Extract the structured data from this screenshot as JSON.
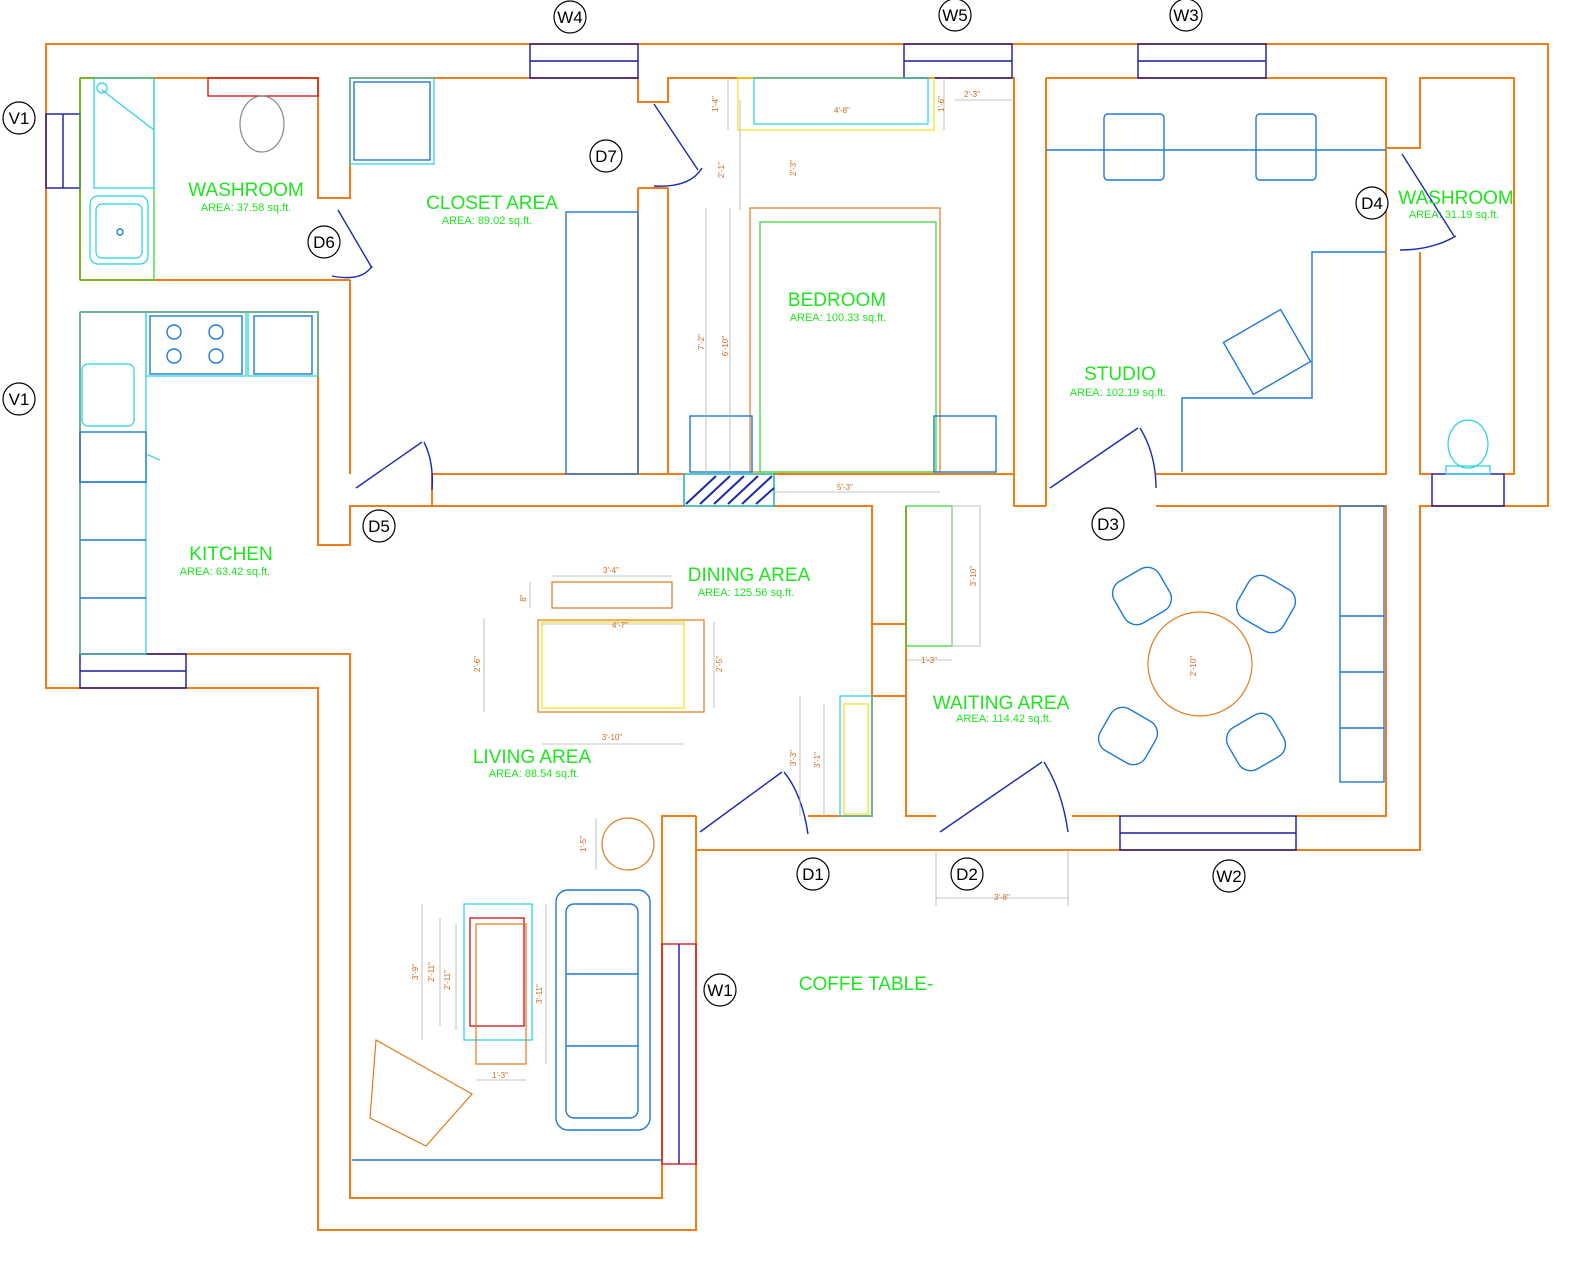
{
  "rooms": {
    "washroom1": {
      "name": "WASHROOM",
      "area": "AREA: 37.58 sq.ft."
    },
    "closet": {
      "name": "CLOSET AREA",
      "area": "AREA: 89.02 sq.ft."
    },
    "bedroom": {
      "name": "BEDROOM",
      "area": "AREA: 100.33 sq.ft."
    },
    "washroom2": {
      "name": "WASHROOM",
      "area": "AREA: 31.19 sq.ft."
    },
    "studio": {
      "name": "STUDIO",
      "area": "AREA: 102.19 sq.ft."
    },
    "kitchen": {
      "name": "KITCHEN",
      "area": "AREA: 63.42 sq.ft."
    },
    "dining": {
      "name": "DINING AREA",
      "area": "AREA: 125.56 sq.ft."
    },
    "waiting": {
      "name": "WAITING AREA",
      "area": "AREA: 114.42 sq.ft."
    },
    "living": {
      "name": "LIVING AREA",
      "area": "AREA: 88.54 sq.ft."
    }
  },
  "note": "COFFE TABLE-",
  "tags": {
    "w4": "W4",
    "w5": "W5",
    "w3": "W3",
    "w2": "W2",
    "w1": "W1",
    "v1a": "V1",
    "v1b": "V1",
    "d1": "D1",
    "d2": "D2",
    "d3": "D3",
    "d4": "D4",
    "d5": "D5",
    "d6": "D6",
    "d7": "D7"
  },
  "dims": {
    "bed_top_w": "4'-8\"",
    "bed_top_h": "1'-4\"",
    "bed_right_h": "1'-6\"",
    "bed_corner": "2'-3\"",
    "bed_v1": "2'-1\"",
    "bed_v2": "2'-3\"",
    "bed_v3": "7'-2\"",
    "bed_v4": "6'-10\"",
    "bed_bottom": "5'-3\"",
    "bench_w": "3'-4\"",
    "bench_h": "8\"",
    "table_w": "4'-7\"",
    "table_h_left": "2'-6\"",
    "table_h_right": "2'-5\"",
    "table_bottom": "3'-10\"",
    "cab_h": "3'-10\"",
    "cab_w": "1'-3\"",
    "round_table": "2'-10\"",
    "shelf_h1": "3'-3\"",
    "shelf_h2": "3'-1\"",
    "stool": "1'-5\"",
    "door_d2": "3'-8\"",
    "coffee_h1": "3'-9\"",
    "coffee_h2": "2'-11\"",
    "coffee_h3": "2'-11\"",
    "coffee_w": "1'-3\"",
    "sofa_h": "3'-11\""
  }
}
